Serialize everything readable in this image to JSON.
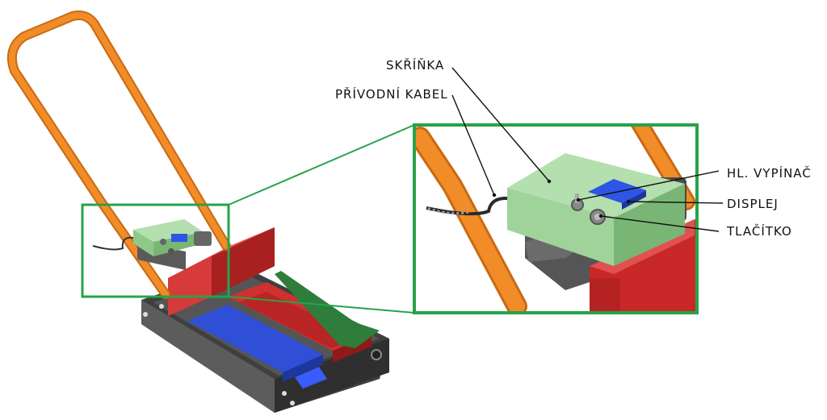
{
  "labels": {
    "housing": "SKŘÍŇKA",
    "supply_cable": "PŘÍVODNÍ KABEL",
    "main_switch": "HL. VYPÍNAČ",
    "display": "DISPLEJ",
    "button": "TLAČÍTKO"
  },
  "colors": {
    "handle": "#f28c28",
    "handle_dark": "#c86a12",
    "housing": "#9fd39a",
    "housing_dark": "#79b575",
    "display": "#2e55e6",
    "red_body": "#c82828",
    "red_dark": "#8e1a1a",
    "blue_plate": "#2f4fd6",
    "frame": "#4a4a4a",
    "motor": "#6b6b6b",
    "zoom_frame": "#27a34a"
  }
}
